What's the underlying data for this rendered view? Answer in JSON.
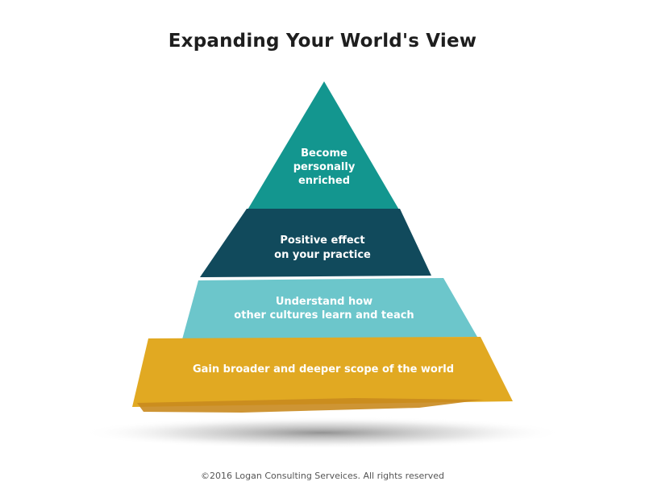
{
  "title": "Expanding Your World's View",
  "tiers": [
    {
      "lines": [
        "Become",
        "personally",
        "enriched"
      ],
      "color": "#13968f"
    },
    {
      "lines": [
        "Positive effect",
        "on your practice"
      ],
      "color": "#114a5c"
    },
    {
      "lines": [
        "Understand how",
        "other cultures learn and teach"
      ],
      "color": "#6cc6cb"
    },
    {
      "lines": [
        "Gain broader and deeper scope of the world"
      ],
      "color": "#e1a922"
    }
  ],
  "footer": "©2016 Logan Consulting Serveices. All rights reserved"
}
